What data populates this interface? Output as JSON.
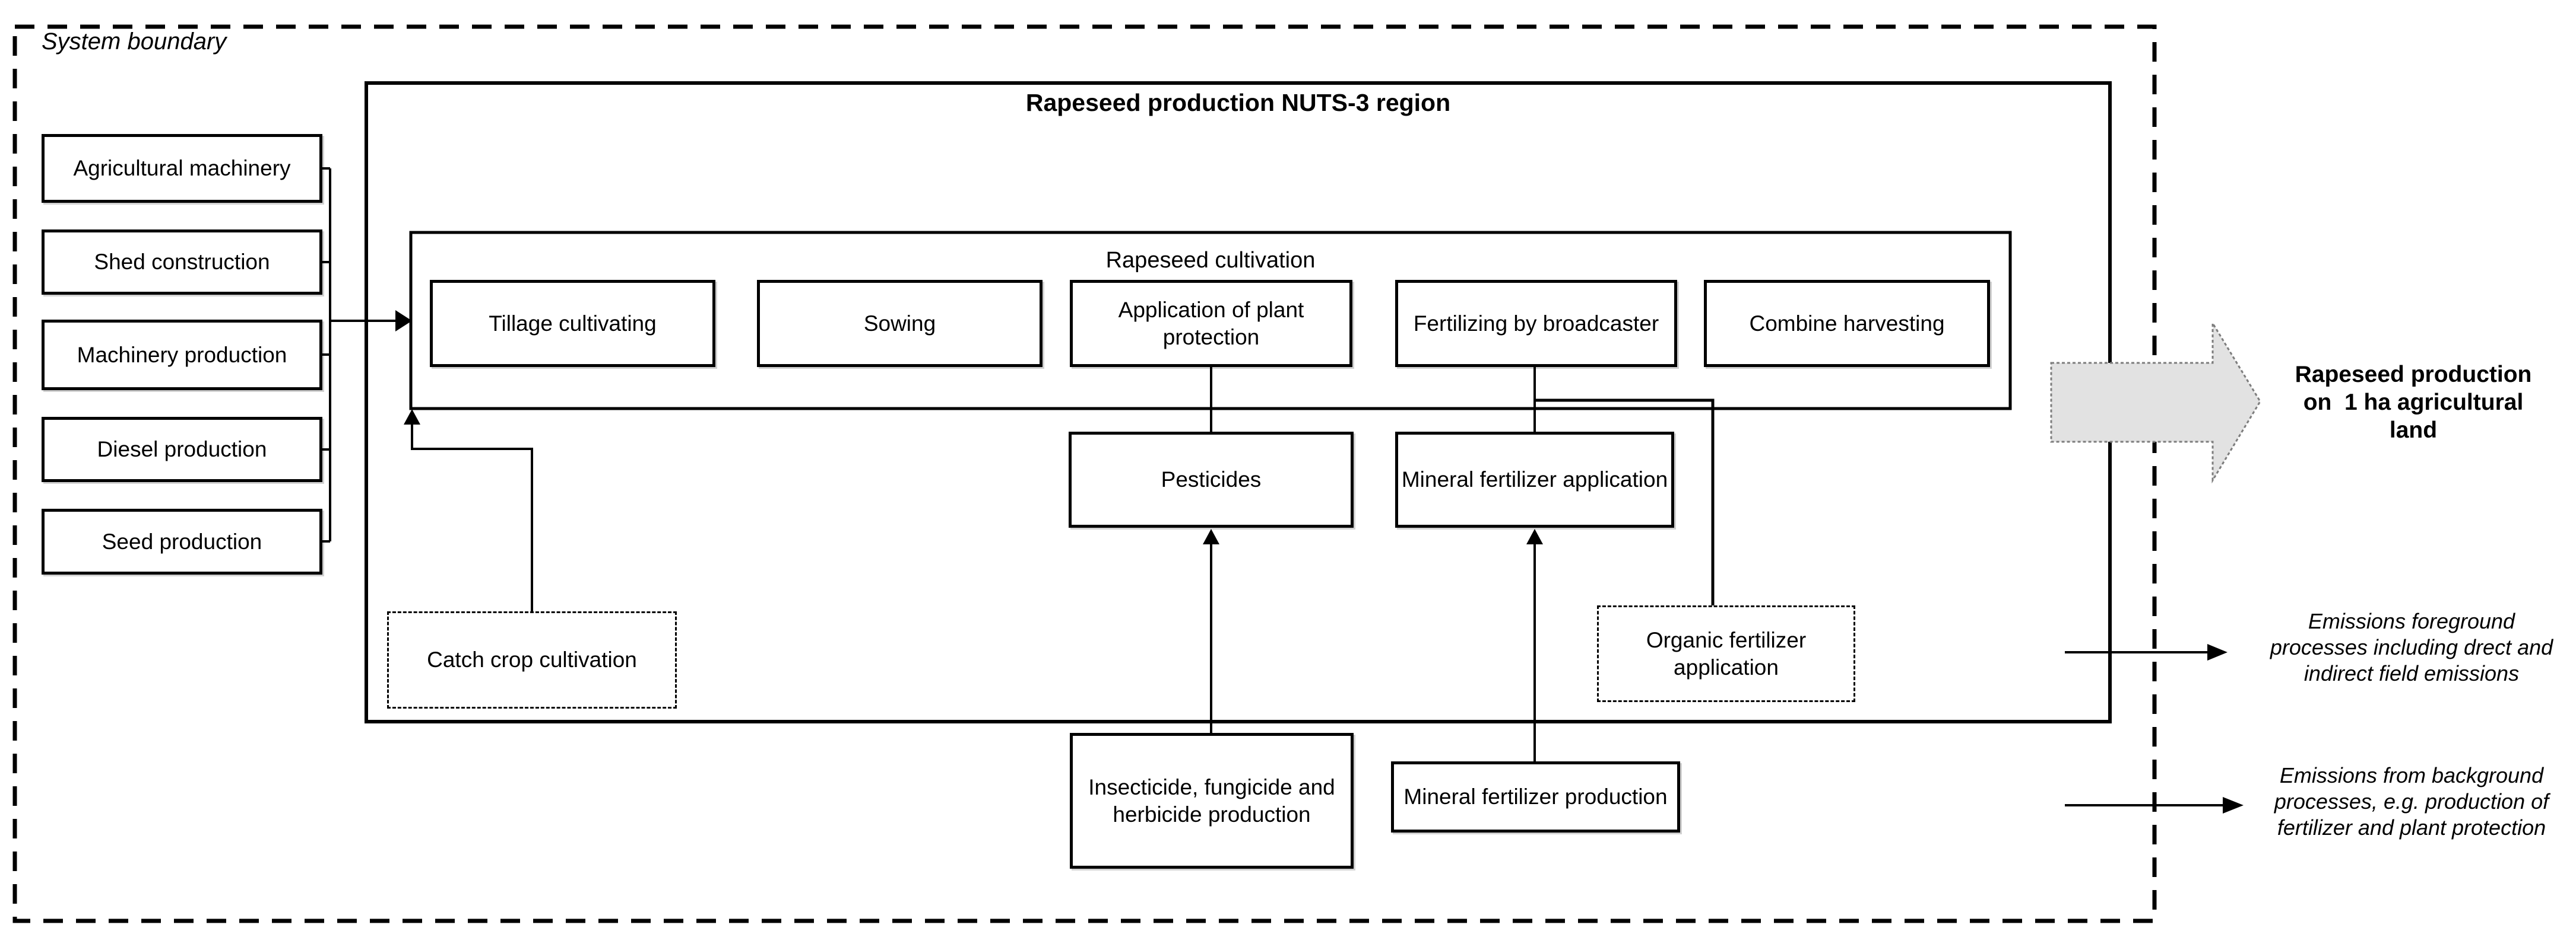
{
  "diagram": {
    "system_boundary_label": "System boundary",
    "main_region": {
      "title": "Rapeseed production NUTS-3 region"
    },
    "cultivation": {
      "title": "Rapeseed cultivation",
      "steps": [
        "Tillage cultivating",
        "Sowing",
        "Application of plant protection",
        "Fertilizing by broadcaster",
        "Combine harvesting"
      ]
    },
    "inputs": [
      "Agricultural machinery",
      "Shed construction",
      "Machinery production",
      "Diesel production",
      "Seed production"
    ],
    "foreground_boxes": {
      "pesticides": "Pesticides",
      "mineral_fertilizer_application": "Mineral fertilizer application"
    },
    "optional_boxes": {
      "catch_crop": "Catch crop cultivation",
      "organic_fertilizer": "Organic fertilizer application"
    },
    "background_boxes": {
      "insecticide_production": "Insecticide, fungicide and herbicide production",
      "mineral_fertilizer_production": "Mineral fertilizer production"
    },
    "output": {
      "label": "Rapeseed production\non  1 ha agricultural\nland"
    },
    "emissions": [
      {
        "label": "Emissions foreground\nprocesses including drect and\nindirect field emissions"
      },
      {
        "label": "Emissions from background\nprocesses, e.g. production of\nfertilizer and plant protection"
      }
    ],
    "colors": {
      "line": "#000000",
      "output_arrow_fill": "#e2e2e2",
      "background": "#ffffff"
    }
  }
}
